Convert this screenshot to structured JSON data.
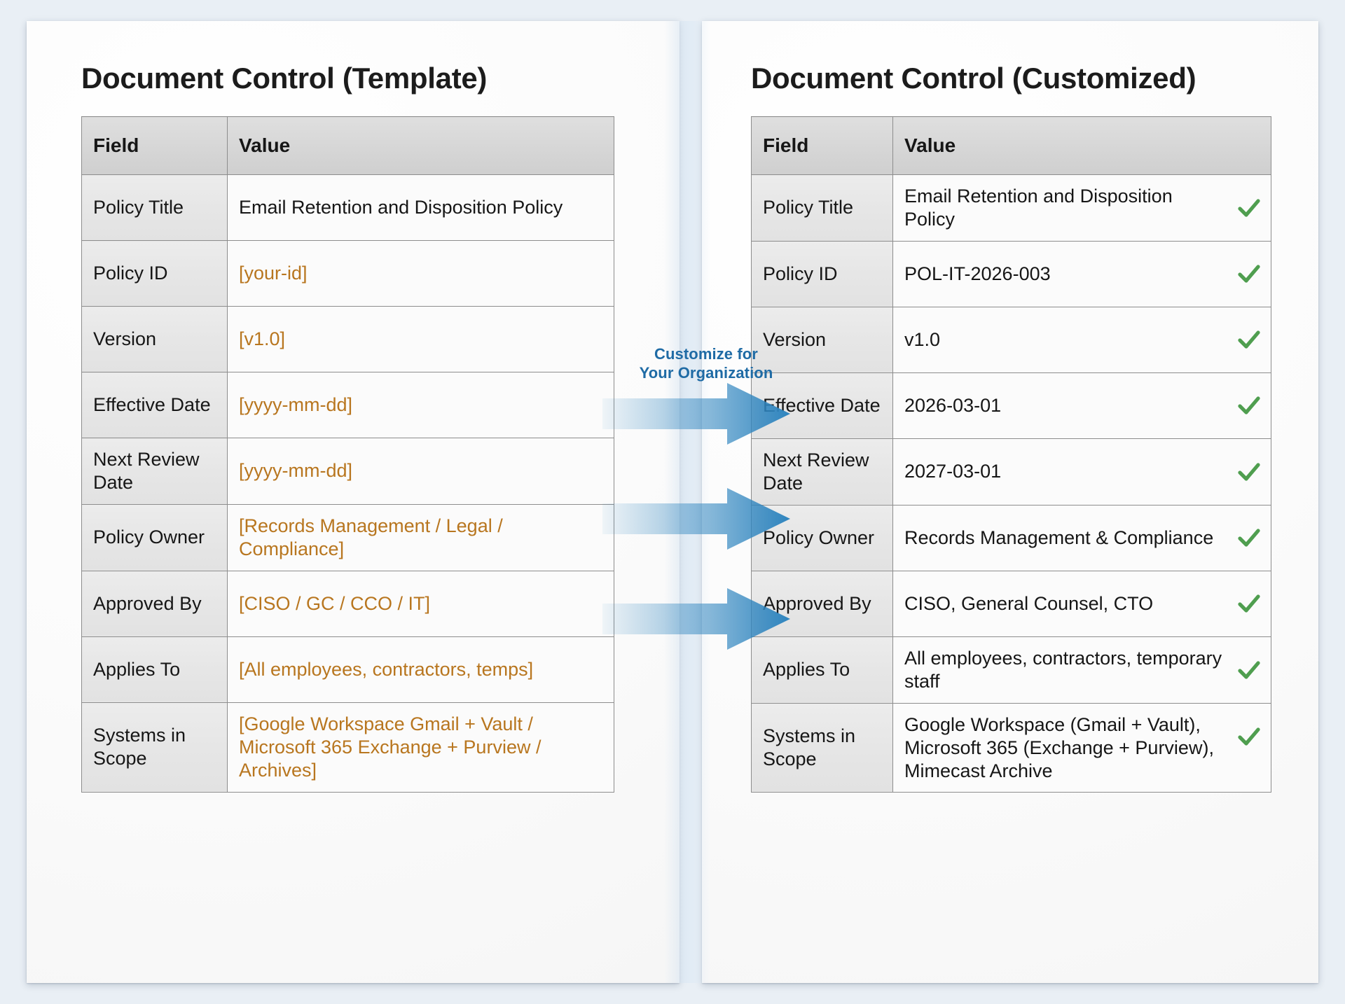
{
  "left_panel": {
    "title": "Document Control (Template)",
    "columns": [
      "Field",
      "Value"
    ],
    "rows": [
      {
        "field": "Policy Title",
        "value": "Email Retention and Disposition Policy",
        "placeholder": false
      },
      {
        "field": "Policy ID",
        "value": "[your-id]",
        "placeholder": true
      },
      {
        "field": "Version",
        "value": "[v1.0]",
        "placeholder": true
      },
      {
        "field": "Effective Date",
        "value": "[yyyy-mm-dd]",
        "placeholder": true
      },
      {
        "field": "Next Review Date",
        "value": "[yyyy-mm-dd]",
        "placeholder": true
      },
      {
        "field": "Policy Owner",
        "value": "[Records Management / Legal / Compliance]",
        "placeholder": true
      },
      {
        "field": "Approved By",
        "value": "[CISO / GC / CCO / IT]",
        "placeholder": true
      },
      {
        "field": "Applies To",
        "value": "[All employees, contractors, temps]",
        "placeholder": true
      },
      {
        "field": "Systems in Scope",
        "value": "[Google Workspace Gmail + Vault / Microsoft 365 Exchange + Purview / Archives]",
        "placeholder": true
      }
    ]
  },
  "right_panel": {
    "title": "Document Control (Customized)",
    "columns": [
      "Field",
      "Value"
    ],
    "rows": [
      {
        "field": "Policy Title",
        "value": "Email Retention and Disposition Policy",
        "checked": true
      },
      {
        "field": "Policy ID",
        "value": "POL-IT-2026-003",
        "checked": true
      },
      {
        "field": "Version",
        "value": "v1.0",
        "checked": true
      },
      {
        "field": "Effective Date",
        "value": "2026-03-01",
        "checked": true
      },
      {
        "field": "Next Review Date",
        "value": "2027-03-01",
        "checked": true
      },
      {
        "field": "Policy Owner",
        "value": "Records Management & Compliance",
        "checked": true
      },
      {
        "field": "Approved By",
        "value": "CISO, General Counsel, CTO",
        "checked": true
      },
      {
        "field": "Applies To",
        "value": "All employees, contractors, temporary staff",
        "checked": true
      },
      {
        "field": "Systems in Scope",
        "value": "Google Workspace (Gmail + Vault), Microsoft 365 (Exchange + Purview), Mimecast Archive",
        "checked": true
      }
    ]
  },
  "connector": {
    "label_line1": "Customize for",
    "label_line2": "Your Organization",
    "arrow_count": 3
  },
  "colors": {
    "placeholder_orange": "#b8761f",
    "check_green": "#4f9e4f",
    "arrow_blue": "#2f85bf",
    "arrow_blue_light": "#dce9f4",
    "label_blue": "#1f6ba5",
    "background": "#e9eff5",
    "header_gray": "#d6d6d6",
    "field_gray": "#e8e8e8"
  }
}
